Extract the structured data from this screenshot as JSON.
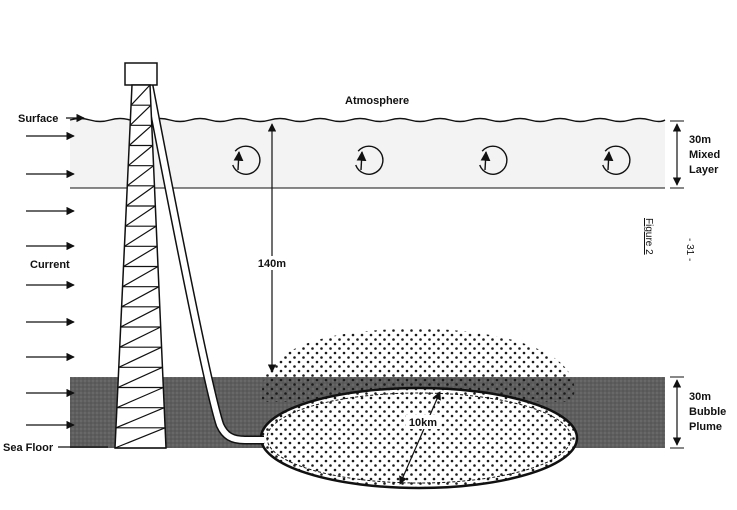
{
  "labels": {
    "atmosphere": "Atmosphere",
    "surface": "Surface",
    "current": "Current",
    "sea_floor": "Sea Floor",
    "depth": "140m",
    "mixed_layer_line1": "30m",
    "mixed_layer_line2": "Mixed",
    "mixed_layer_line3": "Layer",
    "bubble_plume_line1": "30m",
    "bubble_plume_line2": "Bubble",
    "bubble_plume_line3": "Plume",
    "plume_diameter": "10km",
    "figure_caption": "Figure 2",
    "page_number": "- 31 -"
  },
  "icons": {
    "current_arrow": "right-arrow-icon",
    "eddy": "circular-arrow-icon"
  },
  "colors": {
    "ink": "#111111",
    "sea_band": "#5e5e5e",
    "mixed_layer": "#f3f3f3",
    "bubble_dots": "#1a1a1a"
  }
}
